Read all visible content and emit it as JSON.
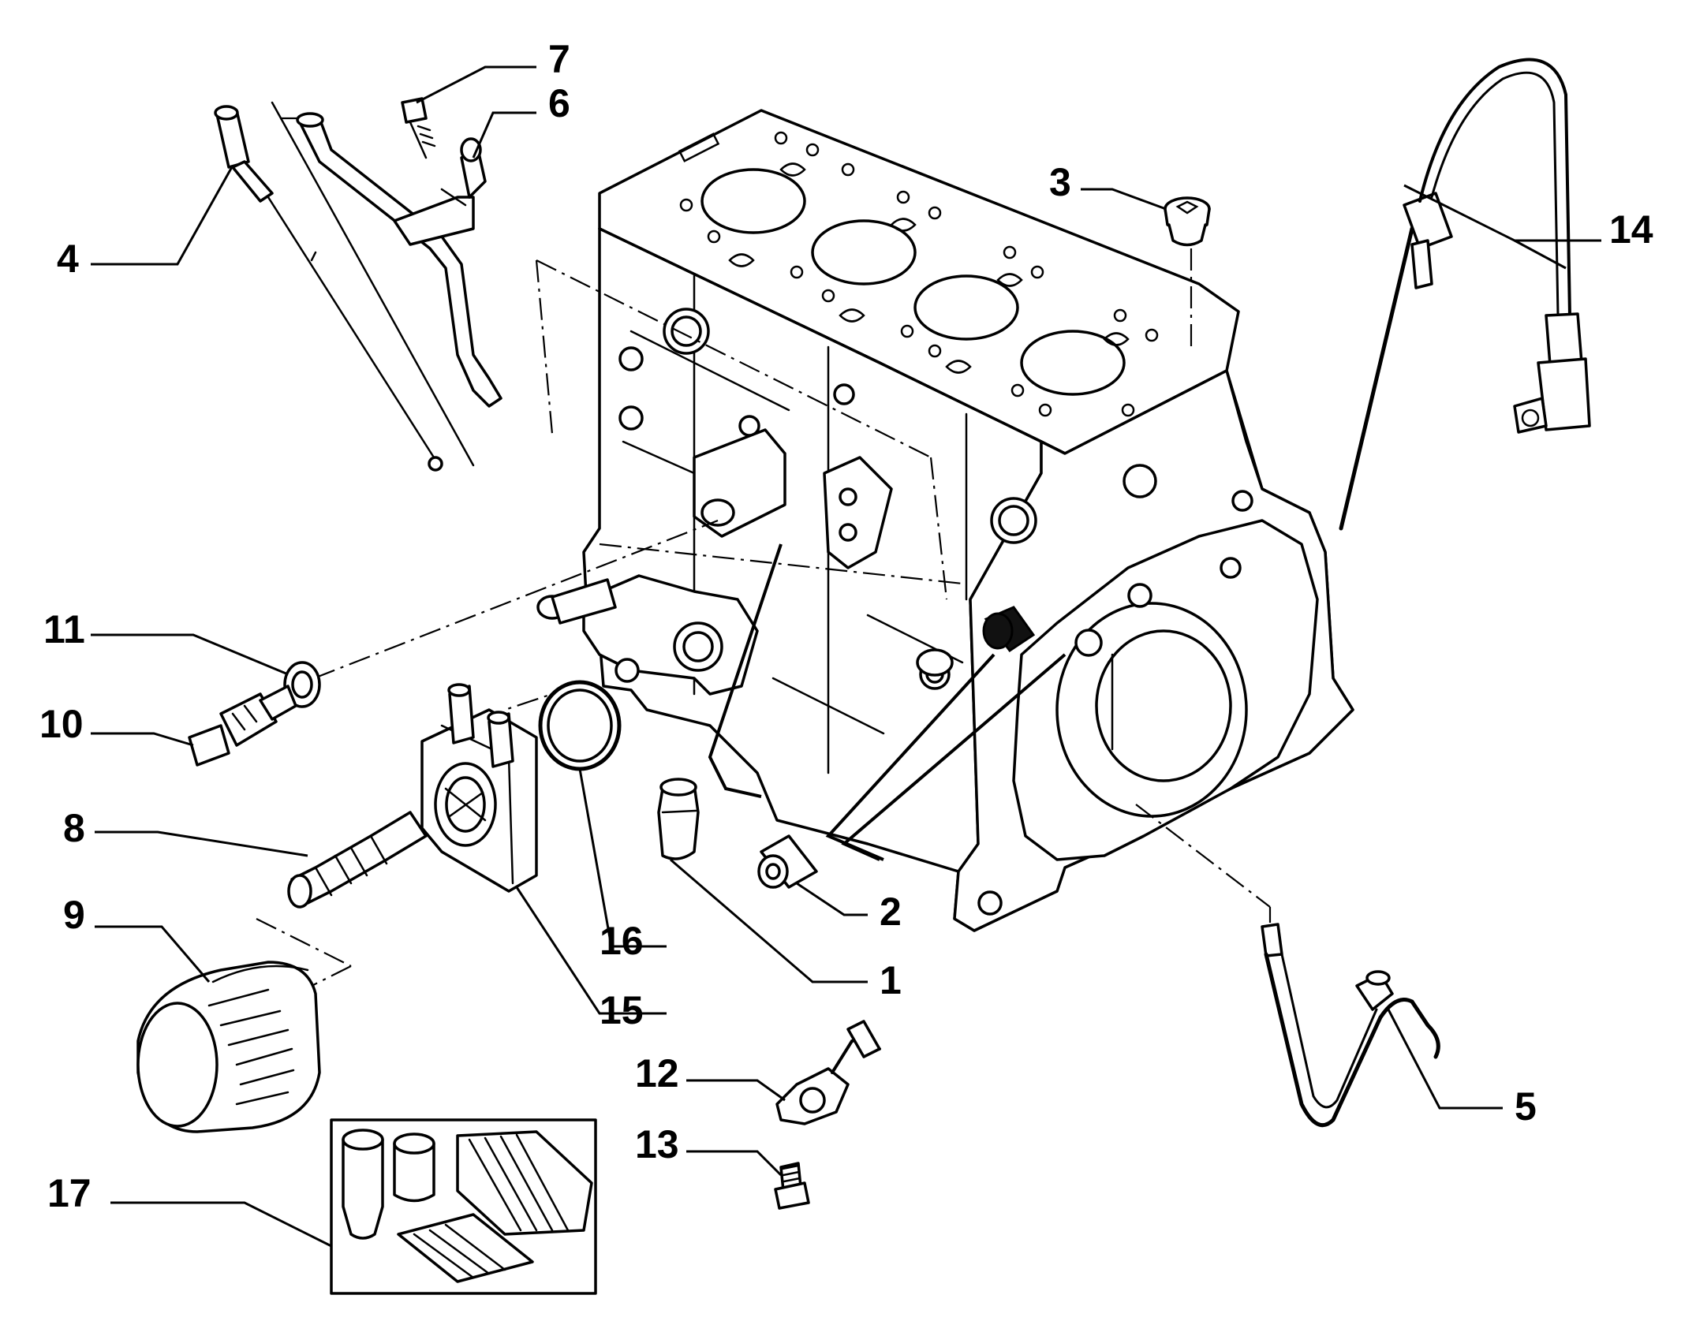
{
  "callouts": [
    {
      "id": "1",
      "text": "1"
    },
    {
      "id": "2",
      "text": "2"
    },
    {
      "id": "3",
      "text": "3"
    },
    {
      "id": "4",
      "text": "4"
    },
    {
      "id": "5",
      "text": "5"
    },
    {
      "id": "6",
      "text": "6"
    },
    {
      "id": "7",
      "text": "7"
    },
    {
      "id": "8",
      "text": "8"
    },
    {
      "id": "9",
      "text": "9"
    },
    {
      "id": "10",
      "text": "10"
    },
    {
      "id": "11",
      "text": "11"
    },
    {
      "id": "12",
      "text": "12"
    },
    {
      "id": "13",
      "text": "13"
    },
    {
      "id": "14",
      "text": "14"
    },
    {
      "id": "15",
      "text": "15"
    },
    {
      "id": "16",
      "text": "16"
    },
    {
      "id": "17",
      "text": "17"
    }
  ],
  "colors": {
    "line": "#000000",
    "background": "#ffffff"
  }
}
